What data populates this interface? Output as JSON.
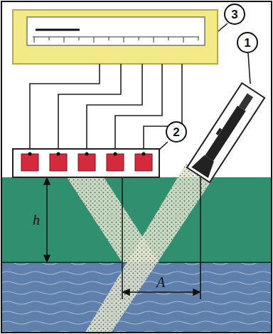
{
  "diagram": {
    "nodes": [
      {
        "text": [
          "3"
        ]
      },
      {
        "text": [
          "1"
        ]
      },
      {
        "text": [
          "2"
        ]
      }
    ],
    "labels": [
      "h",
      "A"
    ]
  }
}
